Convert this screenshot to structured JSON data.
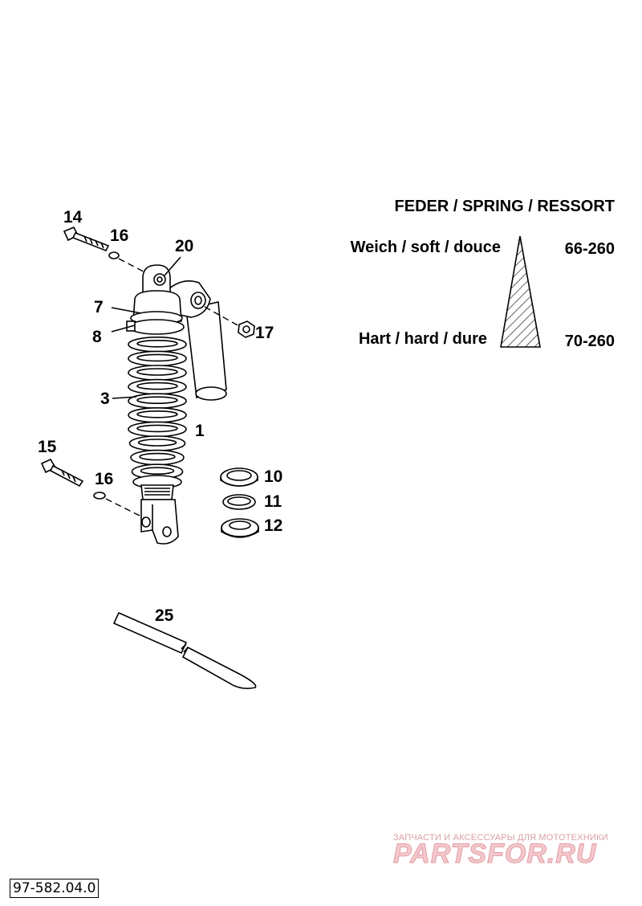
{
  "legend": {
    "title": "FEDER / SPRING / RESSORT",
    "soft_label": "Weich / soft / douce",
    "soft_code": "66-260",
    "hard_label": "Hart / hard / dure",
    "hard_code": "70-260"
  },
  "callouts": {
    "p1": "1",
    "p3": "3",
    "p7": "7",
    "p8": "8",
    "p10": "10",
    "p11": "11",
    "p12": "12",
    "p14": "14",
    "p15": "15",
    "p16a": "16",
    "p16b": "16",
    "p17": "17",
    "p20": "20",
    "p25": "25"
  },
  "watermark": {
    "tagline": "ЗАПЧАСТИ И АКСЕССУАРЫ ДЛЯ МОТОТЕХНИКИ",
    "brand": "PARTSFOR.RU"
  },
  "reference_code": "97-582.04.0"
}
